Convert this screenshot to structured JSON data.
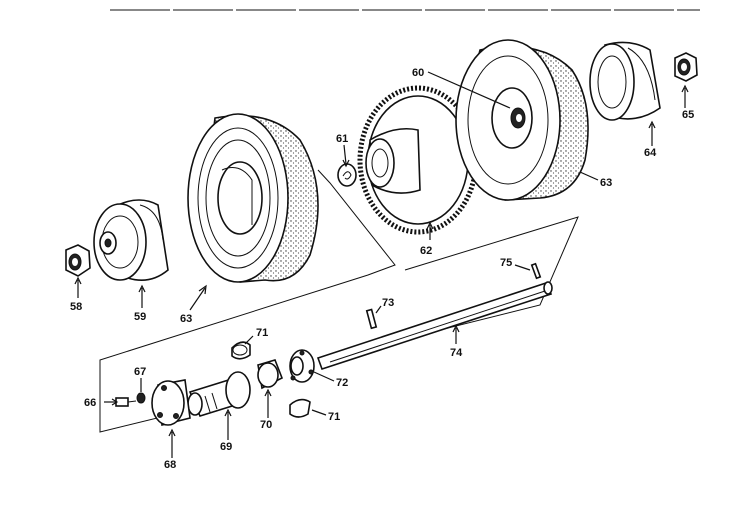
{
  "labels": {
    "l58": "58",
    "l59": "59",
    "l60": "60",
    "l61": "61",
    "l62": "62",
    "l63a": "63",
    "l63b": "63",
    "l64": "64",
    "l65": "65",
    "l66": "66",
    "l67": "67",
    "l68": "68",
    "l69": "69",
    "l70": "70",
    "l71a": "71",
    "l71b": "71",
    "l72": "72",
    "l73": "73",
    "l74": "74",
    "l75": "75"
  }
}
